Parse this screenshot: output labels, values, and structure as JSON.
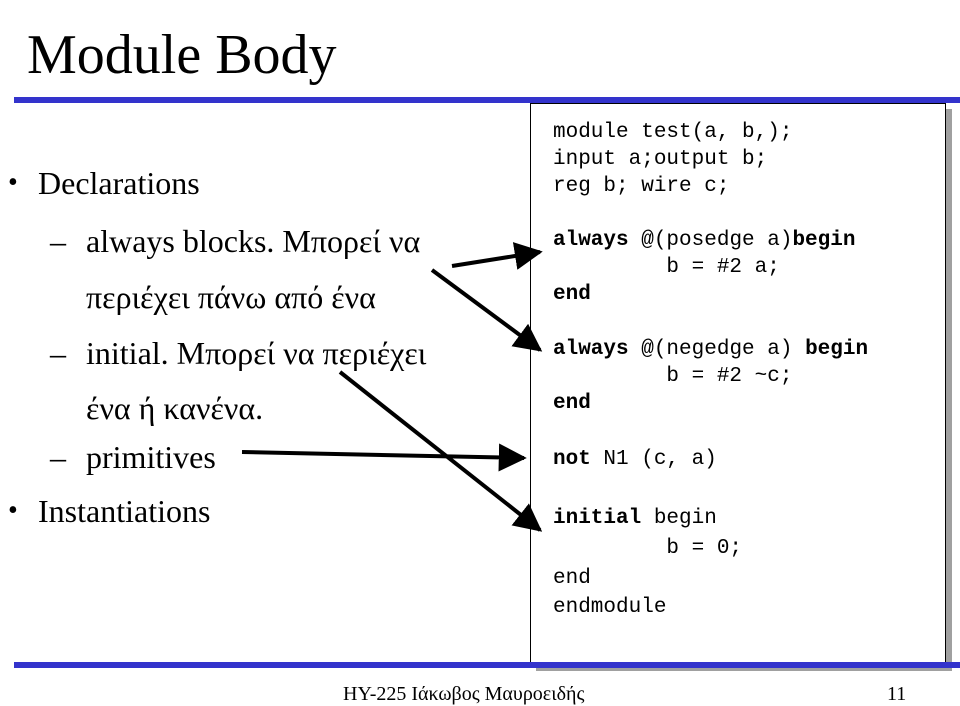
{
  "slide": {
    "title": "Module Body"
  },
  "bullets": {
    "declarations": "Declarations",
    "always_line1": "always blocks. Μπορεί να",
    "always_line2": "περιέχει πάνω από ένα",
    "initial_line1": "initial.  Μπορεί να περιέχει",
    "initial_line2": "ένα ή κανένα.",
    "primitives": "primitives",
    "instantiations": "Instantiations"
  },
  "code": {
    "l1": "module test(a, b,);",
    "l2": "input a;output b;",
    "l3": "reg b; wire c;",
    "l4_kw": "always",
    "l4_mid": " @(posedge a)",
    "l4_kw2": "begin",
    "l5": "         b = #2 a;",
    "l6_kw": "end",
    "l7_kw": "always",
    "l7_mid": " @(negedge a) ",
    "l7_kw2": "begin",
    "l8": "         b = #2 ~c;",
    "l9_kw": "end",
    "l10_kw": "not",
    "l10_rest": " N1 (c, a)",
    "l11_kw": "initial",
    "l11_rest": " begin",
    "l12": "         b = 0;",
    "l13": "end",
    "l14": "endmodule"
  },
  "footer": {
    "course": "ΗΥ-225  Ιάκωβος Μαυροειδής",
    "page_number": "11"
  },
  "colors": {
    "accent_rule": "#3333cc",
    "shadow": "#a0a0a0"
  }
}
